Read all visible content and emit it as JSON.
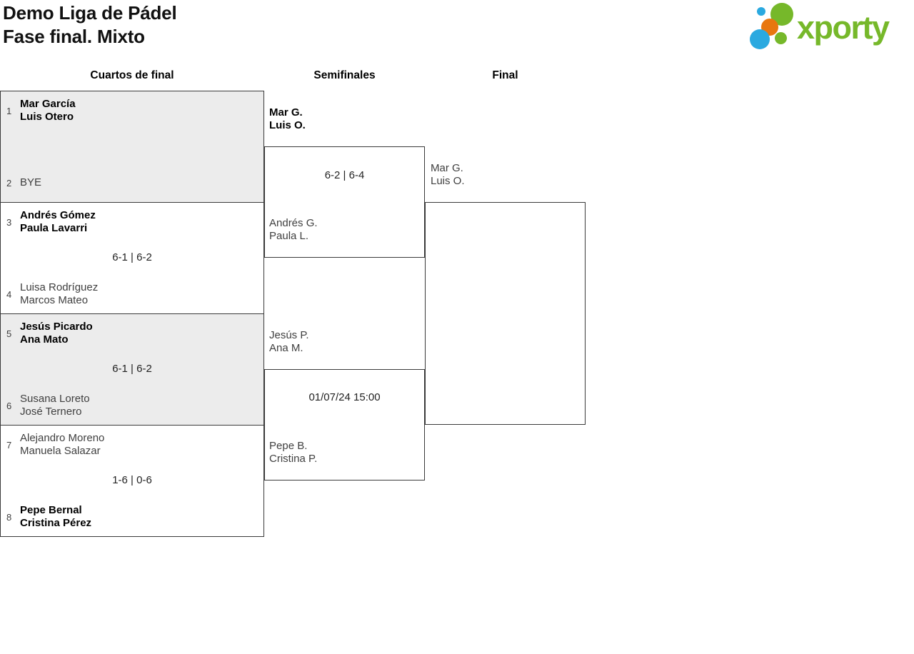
{
  "title": {
    "line1": "Demo Liga de Pádel",
    "line2": "Fase final. Mixto"
  },
  "logo": {
    "text": "xporty",
    "green": "#76b82a",
    "blue": "#2aa9e0",
    "orange": "#e8770f"
  },
  "rounds": [
    {
      "label": "Cuartos de final",
      "matches": [
        {
          "seed_top": "1",
          "team_top": {
            "line1": "Mar García",
            "line2": "Luis Otero"
          },
          "seed_bottom": "2",
          "team_bottom": {
            "line1": "BYE",
            "line2": ""
          },
          "score": "",
          "winner": "top"
        },
        {
          "seed_top": "3",
          "team_top": {
            "line1": "Andrés Gómez",
            "line2": "Paula Lavarri"
          },
          "seed_bottom": "4",
          "team_bottom": {
            "line1": "Luisa Rodríguez",
            "line2": "Marcos Mateo"
          },
          "score": "6-1 | 6-2",
          "winner": "top"
        },
        {
          "seed_top": "5",
          "team_top": {
            "line1": "Jesús Picardo",
            "line2": "Ana Mato"
          },
          "seed_bottom": "6",
          "team_bottom": {
            "line1": "Susana Loreto",
            "line2": "José Ternero"
          },
          "score": "6-1 | 6-2",
          "winner": "top"
        },
        {
          "seed_top": "7",
          "team_top": {
            "line1": "Alejandro Moreno",
            "line2": "Manuela Salazar"
          },
          "seed_bottom": "8",
          "team_bottom": {
            "line1": "Pepe Bernal",
            "line2": "Cristina Pérez"
          },
          "score": "1-6 | 0-6",
          "winner": "bottom"
        }
      ]
    },
    {
      "label": "Semifinales",
      "matches": [
        {
          "team_top": {
            "line1": "Mar G.",
            "line2": "Luis O."
          },
          "team_bottom": {
            "line1": "Andrés G.",
            "line2": "Paula L."
          },
          "score": "6-2 | 6-4",
          "winner": "top"
        },
        {
          "team_top": {
            "line1": "Jesús P.",
            "line2": "Ana M."
          },
          "team_bottom": {
            "line1": "Pepe B.",
            "line2": "Cristina P."
          },
          "score": "01/07/24 15:00",
          "winner": null
        }
      ]
    },
    {
      "label": "Final",
      "matches": [
        {
          "team_top": {
            "line1": "Mar G.",
            "line2": "Luis O."
          },
          "team_bottom": null,
          "score": "",
          "winner": null
        }
      ]
    }
  ]
}
